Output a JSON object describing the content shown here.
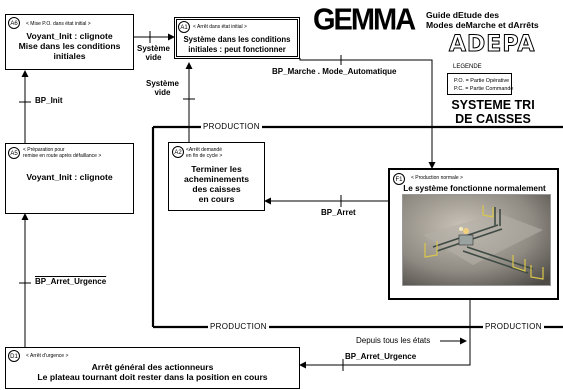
{
  "header": {
    "brand": "GEMMA",
    "subtitle_line1": "Guide dEtude des",
    "subtitle_line2": "Modes deMarche et dArrêts",
    "logo_text": "ADEPA",
    "legend_title": "LEGENDE",
    "legend_po": "P.O. = Partie Opérative",
    "legend_pc": "P.C. = Partie Commande",
    "system_line1": "SYSTEME TRI",
    "system_line2": "DE CAISSES"
  },
  "states": {
    "a6": {
      "id": "A6",
      "tag": "< Mise P.O. dans état initial >",
      "line1": "Voyant_Init : clignote",
      "line2": "Mise dans les conditions",
      "line3": "initiales"
    },
    "a1": {
      "id": "A1",
      "tag": "< Arrêt dans état initial >",
      "line1": "Système dans les conditions",
      "line2": "initiales : peut fonctionner"
    },
    "a5": {
      "id": "A5",
      "tag1": "< Préparation pour",
      "tag2": "remise en route après défaillance >",
      "line1": "Voyant_Init : clignote"
    },
    "a2": {
      "id": "A2",
      "tag1": "<Arrêt demandé",
      "tag2": "en fin de cycle >",
      "line1": "Terminer les",
      "line2": "acheminements",
      "line3": "des caisses",
      "line4": "en cours"
    },
    "f1": {
      "id": "F1",
      "tag": "< Production normale >",
      "line1": "Le système fonctionne normalement"
    },
    "d1": {
      "id": "D1",
      "tag": "< Arrêt d'urgence >",
      "line1": "Arrêt général des actionneurs",
      "line2": "Le plateau tournant doit rester dans la position en cours"
    }
  },
  "transitions": {
    "sys_vide_1a": "Système",
    "sys_vide_1b": "vide",
    "sys_vide_2a": "Système",
    "sys_vide_2b": "vide",
    "bp_marche": "BP_Marche . Mode_Automatique",
    "bp_init": "BP_Init",
    "bp_arret": "BP_Arret",
    "bp_arret_urgence_neg": "BP_Arret_Urgence",
    "depuis": "Depuis tous les états",
    "bp_arret_urgence": "BP_Arret_Urgence"
  },
  "zones": {
    "production_top": "PRODUCTION",
    "production_mid": "PRODUCTION",
    "production_right": "PRODUCTION"
  }
}
